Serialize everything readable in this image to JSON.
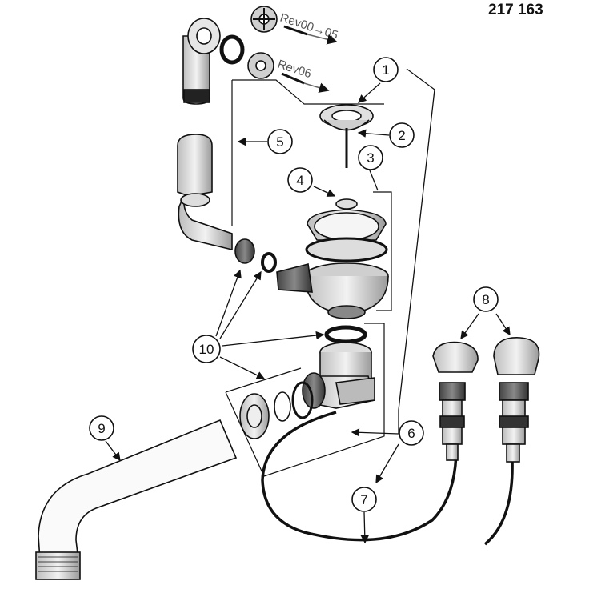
{
  "document_number": "217 163",
  "revision_labels": [
    "Rev00→05",
    "Rev06"
  ],
  "callouts": [
    "1",
    "2",
    "3",
    "4",
    "5",
    "6",
    "7",
    "8",
    "9",
    "10"
  ]
}
